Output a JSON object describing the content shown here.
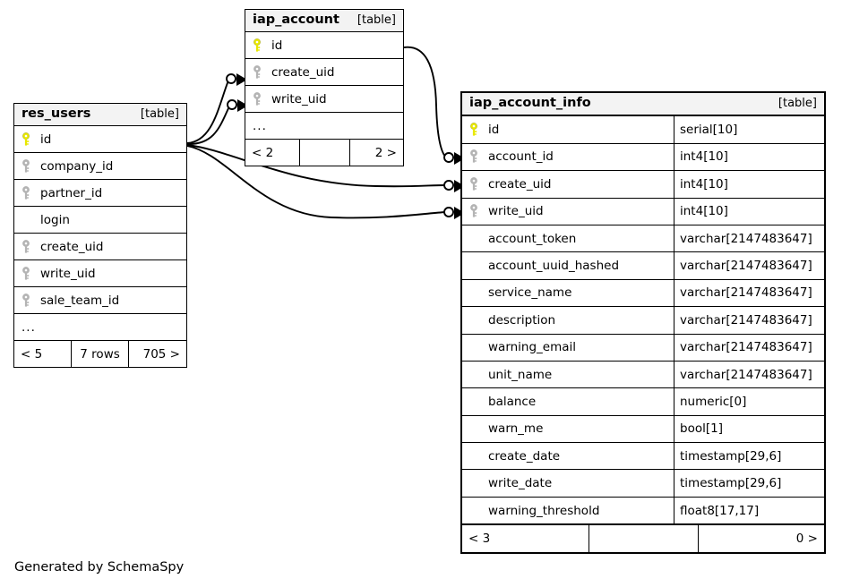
{
  "diagram": {
    "title": "SchemaSpy entity relationship diagram",
    "caption": "Generated by SchemaSpy",
    "kind_label": "[table]",
    "ellipsis": "...",
    "colors": {
      "primary_key": "#e8e800",
      "foreign_key": "#b4b4b4",
      "header_background": "#f3f3f3",
      "border": "#000000",
      "background": "#ffffff"
    }
  },
  "tables": {
    "res_users": {
      "name": "res_users",
      "kind": "[table]",
      "columns": [
        {
          "name": "id",
          "key": "primary"
        },
        {
          "name": "company_id",
          "key": "foreign"
        },
        {
          "name": "partner_id",
          "key": "foreign"
        },
        {
          "name": "login",
          "key": "none"
        },
        {
          "name": "create_uid",
          "key": "foreign"
        },
        {
          "name": "write_uid",
          "key": "foreign"
        },
        {
          "name": "sale_team_id",
          "key": "foreign"
        }
      ],
      "has_ellipsis": true,
      "footer": {
        "left": "< 5",
        "middle": "7 rows",
        "right": "705 >"
      }
    },
    "iap_account": {
      "name": "iap_account",
      "kind": "[table]",
      "columns": [
        {
          "name": "id",
          "key": "primary"
        },
        {
          "name": "create_uid",
          "key": "foreign"
        },
        {
          "name": "write_uid",
          "key": "foreign"
        }
      ],
      "has_ellipsis": true,
      "footer": {
        "left": "< 2",
        "middle": "",
        "right": "2 >"
      }
    },
    "iap_account_info": {
      "name": "iap_account_info",
      "kind": "[table]",
      "columns": [
        {
          "name": "id",
          "type": "serial[10]",
          "key": "primary"
        },
        {
          "name": "account_id",
          "type": "int4[10]",
          "key": "foreign"
        },
        {
          "name": "create_uid",
          "type": "int4[10]",
          "key": "foreign"
        },
        {
          "name": "write_uid",
          "type": "int4[10]",
          "key": "foreign"
        },
        {
          "name": "account_token",
          "type": "varchar[2147483647]",
          "key": "none"
        },
        {
          "name": "account_uuid_hashed",
          "type": "varchar[2147483647]",
          "key": "none"
        },
        {
          "name": "service_name",
          "type": "varchar[2147483647]",
          "key": "none"
        },
        {
          "name": "description",
          "type": "varchar[2147483647]",
          "key": "none"
        },
        {
          "name": "warning_email",
          "type": "varchar[2147483647]",
          "key": "none"
        },
        {
          "name": "unit_name",
          "type": "varchar[2147483647]",
          "key": "none"
        },
        {
          "name": "balance",
          "type": "numeric[0]",
          "key": "none"
        },
        {
          "name": "warn_me",
          "type": "bool[1]",
          "key": "none"
        },
        {
          "name": "create_date",
          "type": "timestamp[29,6]",
          "key": "none"
        },
        {
          "name": "write_date",
          "type": "timestamp[29,6]",
          "key": "none"
        },
        {
          "name": "warning_threshold",
          "type": "float8[17,17]",
          "key": "none"
        }
      ],
      "has_ellipsis": false,
      "footer": {
        "left": "< 3",
        "middle": "",
        "right": "0 >"
      }
    }
  },
  "relationships": [
    {
      "from_table": "res_users",
      "from_column": "id",
      "to_table": "iap_account",
      "to_column": "create_uid"
    },
    {
      "from_table": "res_users",
      "from_column": "id",
      "to_table": "iap_account",
      "to_column": "write_uid"
    },
    {
      "from_table": "res_users",
      "from_column": "id",
      "to_table": "iap_account_info",
      "to_column": "create_uid"
    },
    {
      "from_table": "res_users",
      "from_column": "id",
      "to_table": "iap_account_info",
      "to_column": "write_uid"
    },
    {
      "from_table": "iap_account",
      "from_column": "id",
      "to_table": "iap_account_info",
      "to_column": "account_id"
    }
  ]
}
